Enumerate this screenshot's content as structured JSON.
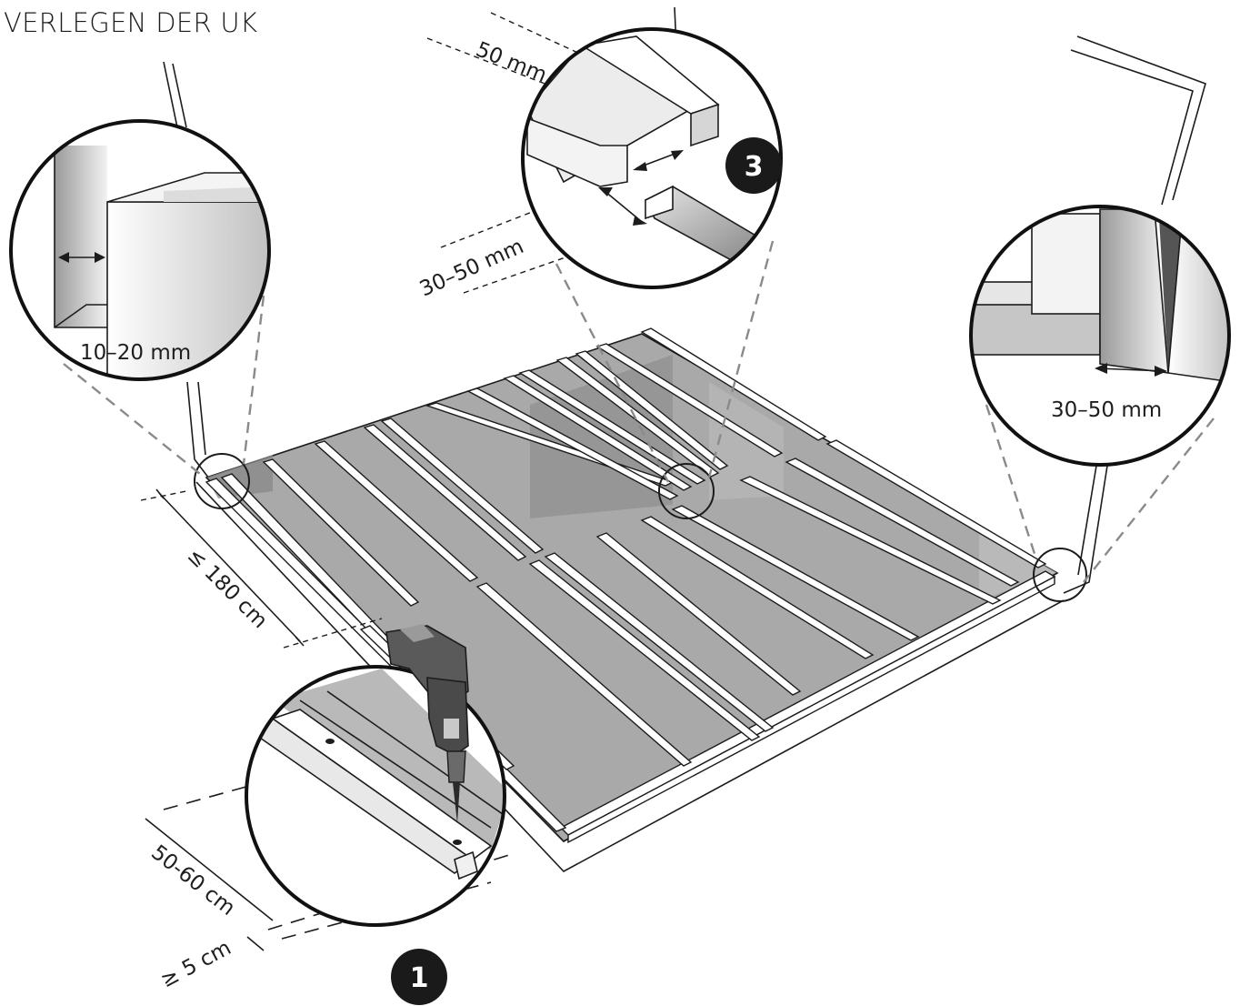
{
  "title": "VERLEGEN DER UK",
  "labels": {
    "gap_wall": "10–20 mm",
    "batten_gap_top": "50 mm",
    "batten_gap_end": "30–50 mm",
    "batten_gap_right": "30–50 mm",
    "max_length": "≤ 180 cm",
    "spacing": "50-60 cm",
    "edge_distance": "≥ 5 cm"
  },
  "steps": {
    "step_one": "1",
    "step_three": "3"
  },
  "colors": {
    "line": "#1c1c1c",
    "floor": "#a8a8a8",
    "floor_dark": "#8c8c8c",
    "badge": "#1a1a1a"
  },
  "icons": {
    "drill": "drill-icon"
  }
}
